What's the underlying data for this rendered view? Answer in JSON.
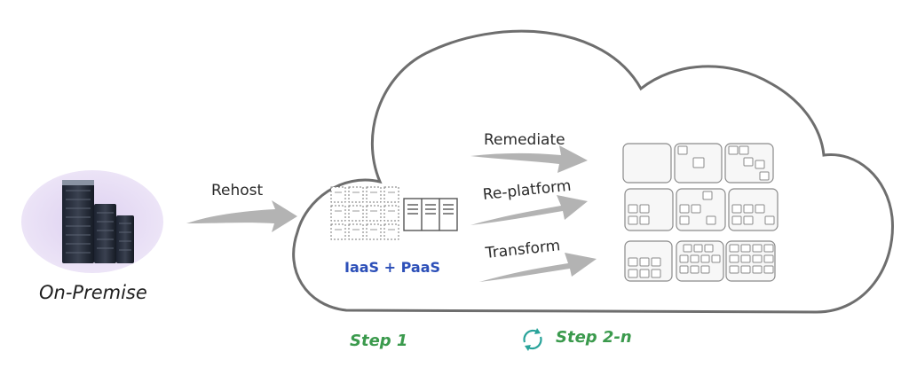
{
  "labels": {
    "on_premise": "On-Premise",
    "rehost": "Rehost",
    "remediate": "Remediate",
    "replatform": "Re-platform",
    "transform": "Transform",
    "iaas_paas": "IaaS + PaaS",
    "step_1": "Step 1",
    "step_2n": "Step 2-n"
  },
  "colors": {
    "cloud_outline": "#6e6e6e",
    "arrow_gray": "#b3b3b3",
    "step_green": "#3b9a4d",
    "iaas_blue": "#2c4fb8",
    "server_glow": "#e4d8f3",
    "cycle_teal": "#29a39a"
  },
  "icons": {
    "server": "server-rack-icon",
    "cycle": "cycle-arrows-icon",
    "module_grid": "module-box-icon"
  }
}
